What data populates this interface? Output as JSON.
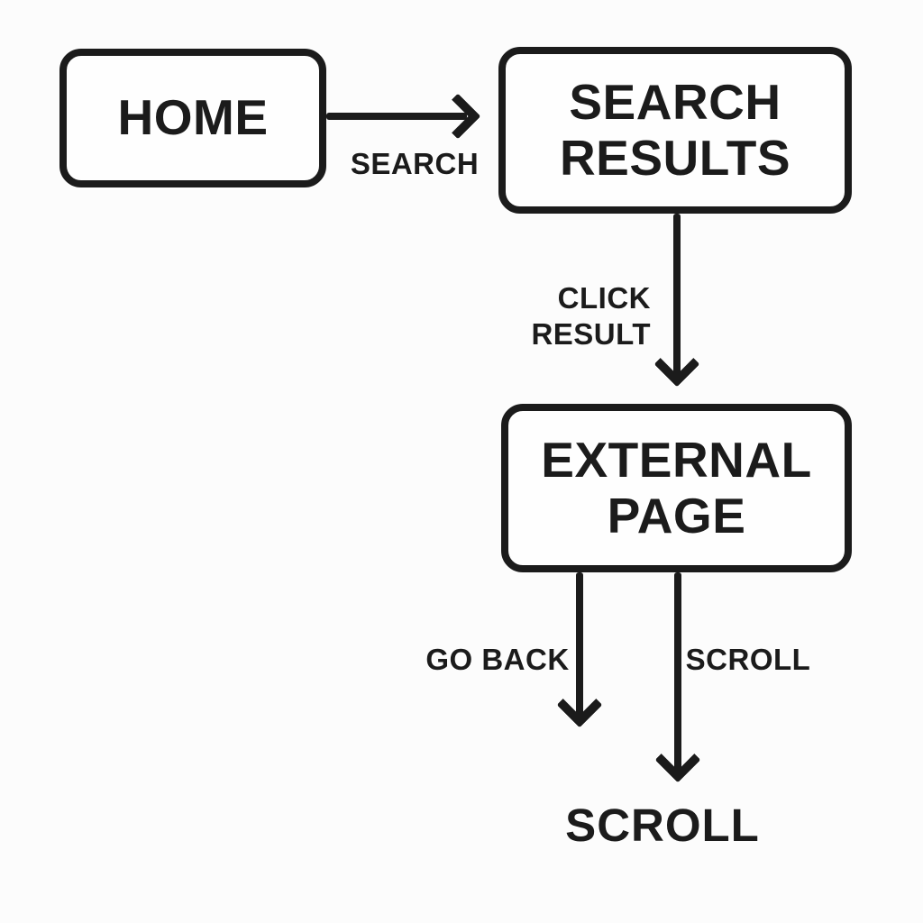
{
  "canvas": {
    "background": "#fcfcfc",
    "ink": "#1b1b1b"
  },
  "flowchart": {
    "nodes": [
      {
        "id": "home",
        "lines": [
          "HOME"
        ]
      },
      {
        "id": "search-results",
        "lines": [
          "SEARCH",
          "RESULTS"
        ]
      },
      {
        "id": "external-page",
        "lines": [
          "EXTERNAL",
          "PAGE"
        ]
      }
    ],
    "edges": [
      {
        "id": "search",
        "from": "home",
        "to": "search-results",
        "direction": "right",
        "label_lines": [
          "SEARCH"
        ]
      },
      {
        "id": "click-result",
        "from": "search-results",
        "to": "external-page",
        "direction": "down",
        "label_lines": [
          "CLICK",
          "RESULT"
        ]
      },
      {
        "id": "go-back",
        "from": "external-page",
        "to": "",
        "direction": "down",
        "label_lines": [
          "GO BACK"
        ]
      },
      {
        "id": "scroll",
        "from": "external-page",
        "to": "scroll-end",
        "direction": "down",
        "label_lines": [
          "SCROLL"
        ]
      }
    ],
    "end_label": "SCROLL"
  }
}
